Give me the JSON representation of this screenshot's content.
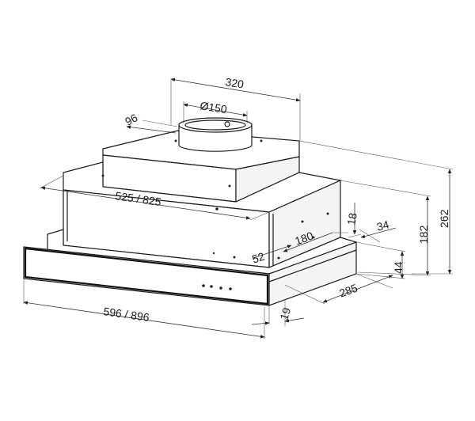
{
  "dimensions": {
    "top_width": "320",
    "duct_diameter": "Ø150",
    "duct_offset": "96",
    "body_width": "525 / 825",
    "front_width": "596 / 896",
    "panel_depth": "19",
    "inner_height": "18",
    "side_offset": "34",
    "depth_180": "180",
    "depth_52": "52",
    "depth_285": "285",
    "panel_height": "44",
    "body_height": "182",
    "total_height": "262"
  },
  "colors": {
    "line": "#1a1a1a",
    "background": "#ffffff"
  }
}
